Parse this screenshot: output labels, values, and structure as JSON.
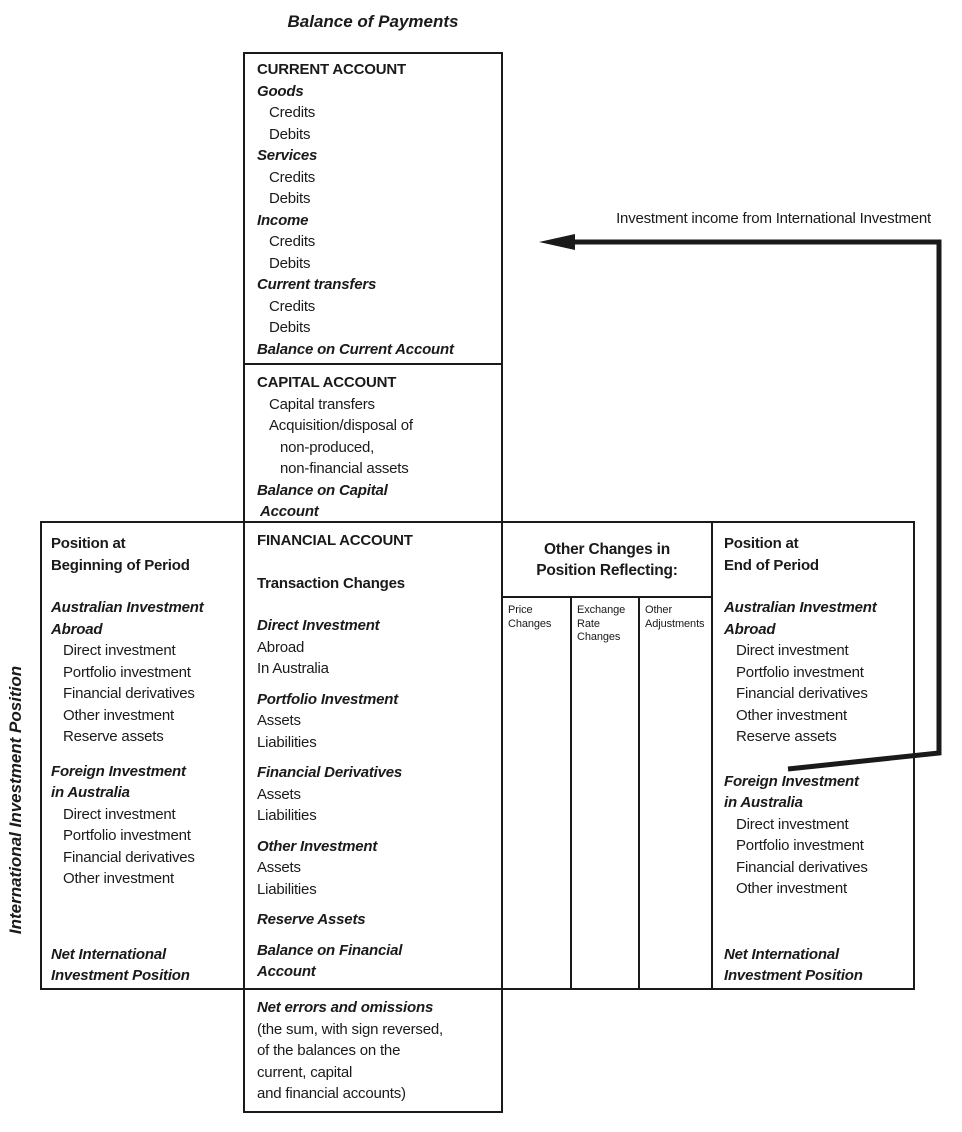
{
  "title": "Balance of Payments",
  "iip_side_label": "International Investment Position",
  "colors": {
    "ink": "#1a1a1a",
    "background": "#ffffff"
  },
  "arrow": {
    "label": "Investment income from International Investment",
    "direction": "points-left-into-income"
  },
  "bop": {
    "current_account": {
      "lines": [
        {
          "text": "CURRENT ACCOUNT",
          "style": "h"
        },
        {
          "text": "Goods",
          "style": "bi"
        },
        {
          "text": "Credits",
          "style": "i1"
        },
        {
          "text": "Debits",
          "style": "i1"
        },
        {
          "text": "Services",
          "style": "bi"
        },
        {
          "text": "Credits",
          "style": "i1"
        },
        {
          "text": "Debits",
          "style": "i1"
        },
        {
          "text": "Income",
          "style": "bi"
        },
        {
          "text": "Credits",
          "style": "i1"
        },
        {
          "text": "Debits",
          "style": "i1"
        },
        {
          "text": "Current transfers",
          "style": "bi"
        },
        {
          "text": "Credits",
          "style": "i1"
        },
        {
          "text": "Debits",
          "style": "i1"
        },
        {
          "text": "Balance on Current Account",
          "style": "bi"
        }
      ]
    },
    "capital_account": {
      "lines": [
        {
          "text": "CAPITAL ACCOUNT",
          "style": "h"
        },
        {
          "text": "Capital transfers",
          "style": "i1"
        },
        {
          "text": "Acquisition/disposal of",
          "style": "i1"
        },
        {
          "text": "non-produced,",
          "style": "i2"
        },
        {
          "text": "non-financial assets",
          "style": "i2"
        },
        {
          "text": "Balance on Capital",
          "style": "bi"
        },
        {
          "text": "Account",
          "style": "bi c"
        }
      ]
    },
    "financial_account": {
      "lines": [
        {
          "text": "FINANCIAL ACCOUNT",
          "style": "h"
        },
        {
          "text": "Transaction Changes",
          "style": "b gg"
        },
        {
          "text": "Direct Investment",
          "style": "bi gg"
        },
        {
          "text": "Abroad",
          "style": "r"
        },
        {
          "text": "In Australia",
          "style": "r"
        },
        {
          "text": "Portfolio Investment",
          "style": "bi g"
        },
        {
          "text": "Assets",
          "style": "r"
        },
        {
          "text": "Liabilities",
          "style": "r"
        },
        {
          "text": "Financial Derivatives",
          "style": "bi g"
        },
        {
          "text": "Assets",
          "style": "r"
        },
        {
          "text": "Liabilities",
          "style": "r"
        },
        {
          "text": "Other Investment",
          "style": "bi g"
        },
        {
          "text": "Assets",
          "style": "r"
        },
        {
          "text": "Liabilities",
          "style": "r"
        },
        {
          "text": "Reserve Assets",
          "style": "bi g"
        },
        {
          "text": "Balance on Financial",
          "style": "bi g"
        },
        {
          "text": "Account",
          "style": "bi"
        }
      ]
    },
    "net_errors": {
      "lines": [
        {
          "text": "Net errors and omissions",
          "style": "bi"
        },
        {
          "text": "(the sum, with sign reversed,",
          "style": "r"
        },
        {
          "text": "of the balances on the",
          "style": "r"
        },
        {
          "text": "current, capital",
          "style": "r"
        },
        {
          "text": "and financial accounts)",
          "style": "r"
        }
      ]
    }
  },
  "left_box": {
    "lines": [
      {
        "text": "Position at",
        "style": "b"
      },
      {
        "text": "Beginning of Period",
        "style": "b"
      },
      {
        "text": "Australian Investment",
        "style": "bi gg"
      },
      {
        "text": "Abroad",
        "style": "bi"
      },
      {
        "text": "Direct investment",
        "style": "i1"
      },
      {
        "text": "Portfolio investment",
        "style": "i1"
      },
      {
        "text": "Financial derivatives",
        "style": "i1"
      },
      {
        "text": "Other investment",
        "style": "i1"
      },
      {
        "text": "Reserve assets",
        "style": "i1"
      },
      {
        "text": "Foreign Investment",
        "style": "bi gf"
      },
      {
        "text": "in Australia",
        "style": "bi"
      },
      {
        "text": "Direct investment",
        "style": "i1"
      },
      {
        "text": "Portfolio investment",
        "style": "i1"
      },
      {
        "text": "Financial derivatives",
        "style": "i1"
      },
      {
        "text": "Other investment",
        "style": "i1"
      },
      {
        "text": "Net International",
        "style": "bi gn"
      },
      {
        "text": "Investment Position",
        "style": "bi"
      }
    ]
  },
  "right_box": {
    "lines": [
      {
        "text": "Position at",
        "style": "b"
      },
      {
        "text": "End of Period",
        "style": "b"
      },
      {
        "text": "Australian Investment",
        "style": "bi gg"
      },
      {
        "text": "Abroad",
        "style": "bi"
      },
      {
        "text": "Direct investment",
        "style": "i1"
      },
      {
        "text": "Portfolio investment",
        "style": "i1"
      },
      {
        "text": "Financial derivatives",
        "style": "i1"
      },
      {
        "text": "Other investment",
        "style": "i1"
      },
      {
        "text": "Reserve assets",
        "style": "i1"
      },
      {
        "text": "Foreign Investment",
        "style": "bi gf2"
      },
      {
        "text": "in Australia",
        "style": "bi"
      },
      {
        "text": "Direct investment",
        "style": "i1"
      },
      {
        "text": "Portfolio investment",
        "style": "i1"
      },
      {
        "text": "Financial derivatives",
        "style": "i1"
      },
      {
        "text": "Other investment",
        "style": "i1"
      },
      {
        "text": "Net International",
        "style": "bi gn2"
      },
      {
        "text": "Investment Position",
        "style": "bi"
      }
    ]
  },
  "other_changes": {
    "header1": "Other Changes in",
    "header2": "Position Reflecting:",
    "columns": [
      {
        "label": "Price Changes"
      },
      {
        "label": "Exchange Rate Changes"
      },
      {
        "label": "Other Adjustments"
      }
    ]
  }
}
